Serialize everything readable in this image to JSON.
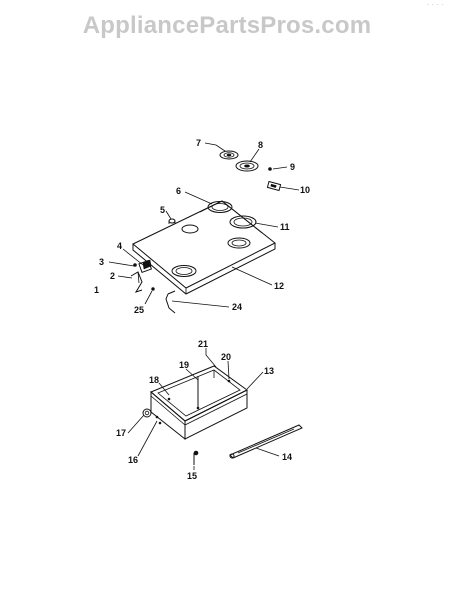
{
  "watermark": "AppliancePartsPros.com",
  "corner_mark": "· · · ·",
  "callouts": {
    "c1": "1",
    "c2": "2",
    "c3": "3",
    "c4": "4",
    "c5": "5",
    "c6": "6",
    "c7": "7",
    "c8": "8",
    "c9": "9",
    "c10": "10",
    "c11": "11",
    "c12": "12",
    "c13": "13",
    "c14": "14",
    "c15": "15",
    "c16": "16",
    "c17": "17",
    "c18": "18",
    "c19": "19",
    "c20": "20",
    "c21": "21",
    "c24": "24",
    "c25": "25"
  }
}
